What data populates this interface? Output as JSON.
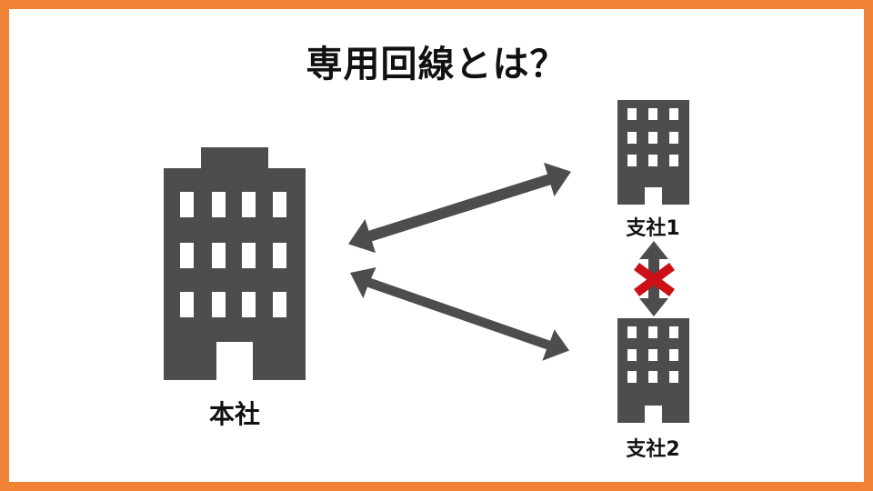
{
  "title": "専用回線とは？",
  "labels": {
    "headquarters": "本社",
    "branch1": "支社1",
    "branch2": "支社2"
  },
  "colors": {
    "border": "#F08235",
    "building": "#4D4D4D",
    "cross": "#CC1016",
    "text": "#111111"
  },
  "icons": [
    "office-building-icon",
    "double-arrow-icon",
    "cross-icon"
  ]
}
